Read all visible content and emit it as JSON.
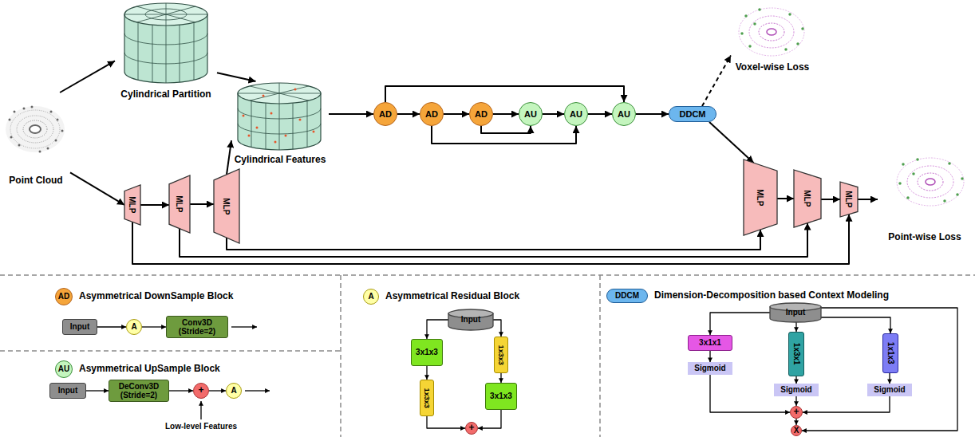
{
  "diagram": {
    "nodes": [
      {
        "text": [
          "Point Cloud"
        ]
      },
      {
        "text": [
          "Cylindrical Partition"
        ]
      },
      {
        "text": [
          "Cylindrical Features"
        ]
      },
      {
        "text": [
          "AD"
        ]
      },
      {
        "text": [
          "AD"
        ]
      },
      {
        "text": [
          "AD"
        ]
      },
      {
        "text": [
          "AU"
        ]
      },
      {
        "text": [
          "AU"
        ]
      },
      {
        "text": [
          "AU"
        ]
      },
      {
        "text": [
          "DDCM"
        ]
      },
      {
        "text": [
          "Voxel-wise Loss"
        ]
      },
      {
        "text": [
          "MLP"
        ]
      },
      {
        "text": [
          "MLP"
        ]
      },
      {
        "text": [
          "MLP"
        ]
      },
      {
        "text": [
          "MLP"
        ]
      },
      {
        "text": [
          "MLP"
        ]
      },
      {
        "text": [
          "MLP"
        ]
      },
      {
        "text": [
          "Point-wise Loss"
        ]
      },
      {
        "text": [
          "AD",
          "Asymmetrical DownSample Block"
        ]
      },
      {
        "text": [
          "Input"
        ]
      },
      {
        "text": [
          "A"
        ]
      },
      {
        "text": [
          "Conv3D (Stride=2)"
        ]
      },
      {
        "text": [
          "AU",
          "Asymmetrical UpSample Block"
        ]
      },
      {
        "text": [
          "Input"
        ]
      },
      {
        "text": [
          "DeConv3D (Stride=2)"
        ]
      },
      {
        "text": [
          "+"
        ]
      },
      {
        "text": [
          "A"
        ]
      },
      {
        "text": [
          "A",
          "Asymmetrical Residual Block"
        ]
      },
      {
        "text": [
          "Input"
        ]
      },
      {
        "text": [
          "3x1x3"
        ]
      },
      {
        "text": [
          "1x3x3"
        ]
      },
      {
        "text": [
          "1x3x3"
        ]
      },
      {
        "text": [
          "3x1x3"
        ]
      },
      {
        "text": [
          "+"
        ]
      },
      {
        "text": [
          "DDCM",
          "Dimension-Decomposition based Context Modeling"
        ]
      },
      {
        "text": [
          "Input"
        ]
      },
      {
        "text": [
          "3x1x1"
        ]
      },
      {
        "text": [
          "1x3x1"
        ]
      },
      {
        "text": [
          "1x1x3"
        ]
      },
      {
        "text": [
          "Sigmoid"
        ]
      },
      {
        "text": [
          "Sigmoid"
        ]
      },
      {
        "text": [
          "Sigmoid"
        ]
      },
      {
        "text": [
          "+"
        ]
      },
      {
        "text": [
          "X"
        ]
      }
    ],
    "edges": [
      {
        "from": 0,
        "to": 1,
        "arrow": "to"
      },
      {
        "from": 1,
        "to": 2,
        "arrow": "to"
      },
      {
        "from": 0,
        "to": 11,
        "arrow": "to"
      },
      {
        "from": 11,
        "to": 12,
        "arrow": "to"
      },
      {
        "from": 12,
        "to": 13,
        "arrow": "to"
      },
      {
        "from": 13,
        "to": 2,
        "arrow": "to"
      },
      {
        "from": 2,
        "to": 3,
        "arrow": "to"
      },
      {
        "from": 3,
        "to": 4,
        "arrow": "to"
      },
      {
        "from": 4,
        "to": 5,
        "arrow": "to"
      },
      {
        "from": 5,
        "to": 6,
        "arrow": "to"
      },
      {
        "from": 6,
        "to": 7,
        "arrow": "to"
      },
      {
        "from": 7,
        "to": 8,
        "arrow": "to"
      },
      {
        "from": 3,
        "to": 8,
        "arrow": "to"
      },
      {
        "from": 4,
        "to": 7,
        "arrow": "to"
      },
      {
        "from": 5,
        "to": 6,
        "arrow": "to"
      },
      {
        "from": 8,
        "to": 9,
        "arrow": "to"
      },
      {
        "from": 9,
        "to": 10,
        "arrow": "to"
      },
      {
        "from": 9,
        "to": 14,
        "arrow": "to"
      },
      {
        "from": 14,
        "to": 15,
        "arrow": "to"
      },
      {
        "from": 15,
        "to": 16,
        "arrow": "to"
      },
      {
        "from": 16,
        "to": 17,
        "arrow": "to"
      },
      {
        "from": 11,
        "to": 16,
        "arrow": "to"
      },
      {
        "from": 12,
        "to": 15,
        "arrow": "to"
      },
      {
        "from": 13,
        "to": 14,
        "arrow": "to"
      },
      {
        "from": 19,
        "to": 20,
        "arrow": "to"
      },
      {
        "from": 20,
        "to": 21,
        "arrow": "to"
      },
      {
        "from": 23,
        "to": 24,
        "arrow": "to"
      },
      {
        "from": 24,
        "to": 25,
        "arrow": "to"
      },
      {
        "from": 25,
        "to": 26,
        "arrow": "to"
      },
      {
        "from": 28,
        "to": 29,
        "arrow": "to"
      },
      {
        "from": 28,
        "to": 30,
        "arrow": "to"
      },
      {
        "from": 29,
        "to": 31,
        "arrow": "to"
      },
      {
        "from": 30,
        "to": 32,
        "arrow": "to"
      },
      {
        "from": 31,
        "to": 33,
        "arrow": "to"
      },
      {
        "from": 32,
        "to": 33,
        "arrow": "to"
      },
      {
        "from": 35,
        "to": 36,
        "arrow": "to"
      },
      {
        "from": 35,
        "to": 37,
        "arrow": "to"
      },
      {
        "from": 35,
        "to": 38,
        "arrow": "to"
      },
      {
        "from": 36,
        "to": 39,
        "arrow": "to"
      },
      {
        "from": 37,
        "to": 40,
        "arrow": "to"
      },
      {
        "from": 38,
        "to": 41,
        "arrow": "to"
      },
      {
        "from": 39,
        "to": 42,
        "arrow": "to"
      },
      {
        "from": 40,
        "to": 42,
        "arrow": "to"
      },
      {
        "from": 41,
        "to": 42,
        "arrow": "to"
      },
      {
        "from": 42,
        "to": 43,
        "arrow": "to"
      },
      {
        "from": 35,
        "to": 43,
        "arrow": "to"
      }
    ],
    "labels": [
      "Low-level Features"
    ]
  }
}
